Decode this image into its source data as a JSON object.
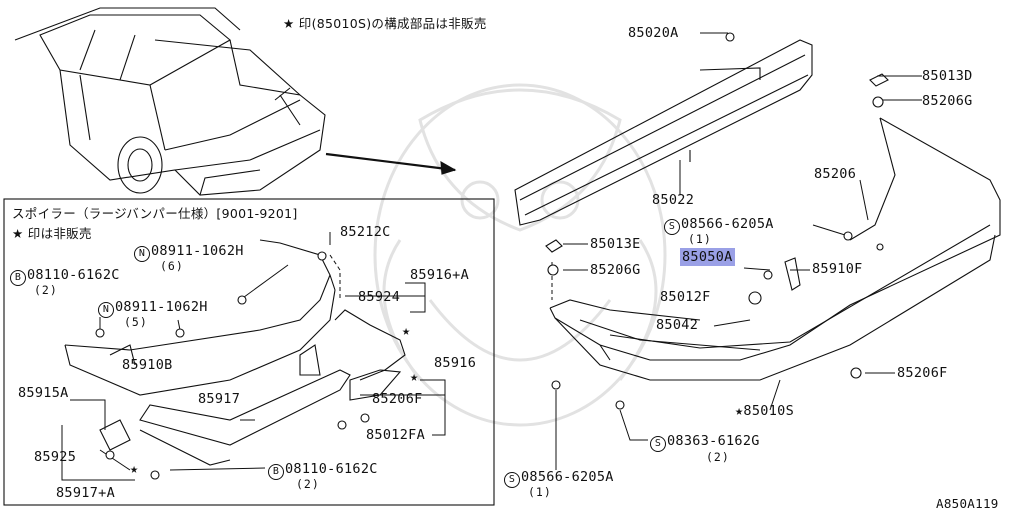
{
  "header_note": "★ 印(85010S)の構成部品は非販売",
  "inset": {
    "title": "スポイラー（ラージバンパー仕様）[9001-9201]",
    "note": "★ 印は非販売"
  },
  "labels": {
    "p85020A": "85020A",
    "p85013D": "85013D",
    "p85206G_a": "85206G",
    "p85022": "85022",
    "p85206": "85206",
    "p08566_top": "08566-6205A",
    "p08566_top_qty": "(1)",
    "p85013E": "85013E",
    "p85050A": "85050A",
    "p85206G_b": "85206G",
    "p85910F": "85910F",
    "p85012F": "85012F",
    "p85042": "85042",
    "p85206F_r": "85206F",
    "p85010S": "★85010S",
    "p08363": "08363-6162G",
    "p08363_qty": "(2)",
    "p08566_bot": "08566-6205A",
    "p08566_bot_qty": "(1)",
    "i85212C": "85212C",
    "i08911_a": "08911-1062H",
    "i08911_a_qty": "(6)",
    "i08110_a": "08110-6162C",
    "i08110_a_qty": "(2)",
    "i85916A": "85916+A",
    "i85924": "85924",
    "i08911_b": "08911-1062H",
    "i08911_b_qty": "(5)",
    "i85910B": "85910B",
    "i85916": "85916",
    "i85915A": "85915A",
    "i85917": "85917",
    "i85206F": "85206F",
    "i85012FA": "85012FA",
    "i85925": "85925",
    "i08110_b": "08110-6162C",
    "i08110_b_qty": "(2)",
    "i85917A": "85917+A"
  },
  "markers": {
    "S": "S",
    "N": "N",
    "B": "B"
  },
  "footer_code": "A850A119",
  "colors": {
    "highlight": "#9aa0e6",
    "line": "#111111",
    "watermark": "#e4e4e4"
  }
}
